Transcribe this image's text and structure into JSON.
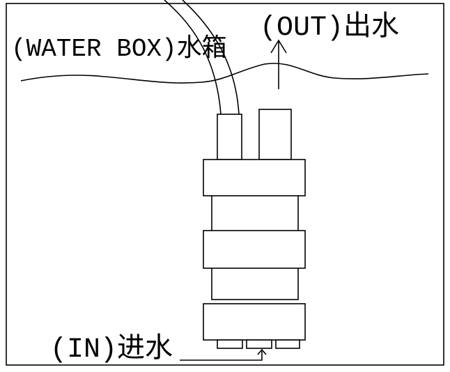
{
  "labels": {
    "water_box": "(WATER BOX)水箱",
    "out": "(OUT)出水",
    "in": "(IN)进水"
  },
  "colors": {
    "line": "#000000",
    "background": "#ffffff"
  }
}
